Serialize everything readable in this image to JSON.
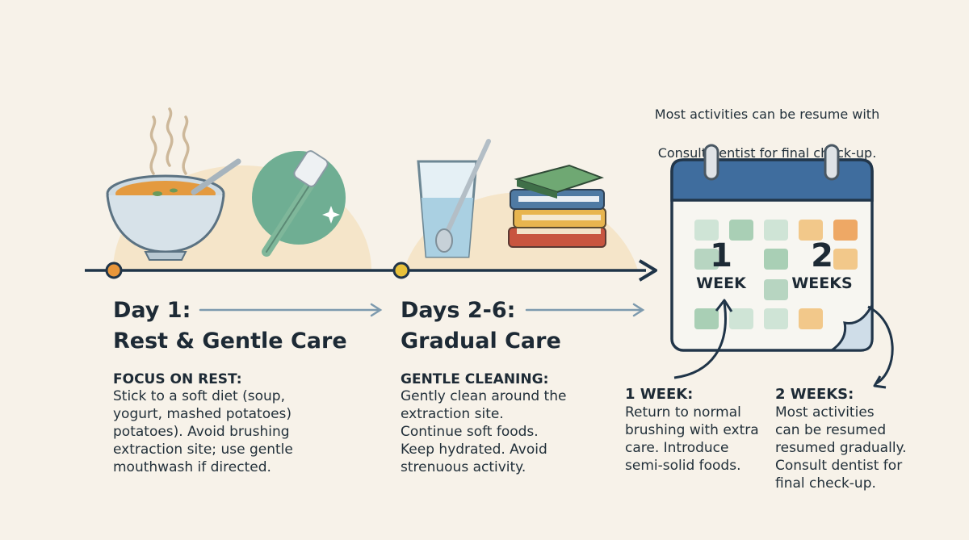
{
  "top_note": {
    "line1": "Most activities can be resume with",
    "line2": "Consult dentist for final check-up."
  },
  "stages": [
    {
      "title_line1": "Day 1:",
      "title_line2": "Rest & Gentle Care",
      "heading": "FOCUS ON REST:",
      "body": "Stick to a soft diet (soup,\nyogurt, mashed potatoes)\npotatoes). Avoid brushing\nextraction site; use gentle\nmouthwash if directed."
    },
    {
      "title_line1": "Days 2-6:",
      "title_line2": "Gradual Care",
      "heading": "GENTLE CLEANING:",
      "body": "Gently clean around the\nextraction site.\nContinue soft foods.\nKeep hydrated. Avoid\nstrenuous activity."
    }
  ],
  "calendar": {
    "week1_number": "1",
    "week1_label": "WEEK",
    "week2_number": "2",
    "week2_label": "WEEKS"
  },
  "weeks": [
    {
      "heading": "1 WEEK:",
      "body": "Return to normal\nbrushing with extra\ncare. Introduce\nsemi-solid foods."
    },
    {
      "heading": "2 WEEKS:",
      "body": "Most activities\ncan be resumed\nresumed gradually.\nConsult dentist for\nfinal check-up."
    }
  ],
  "colors": {
    "background": "#f7f2e9",
    "timeline": "#1f3448",
    "accent_orange": "#e8963a",
    "calendar_header": "#3f6d9e",
    "green_tile": "#a9cfb5",
    "orange_tile": "#f2c88a"
  }
}
